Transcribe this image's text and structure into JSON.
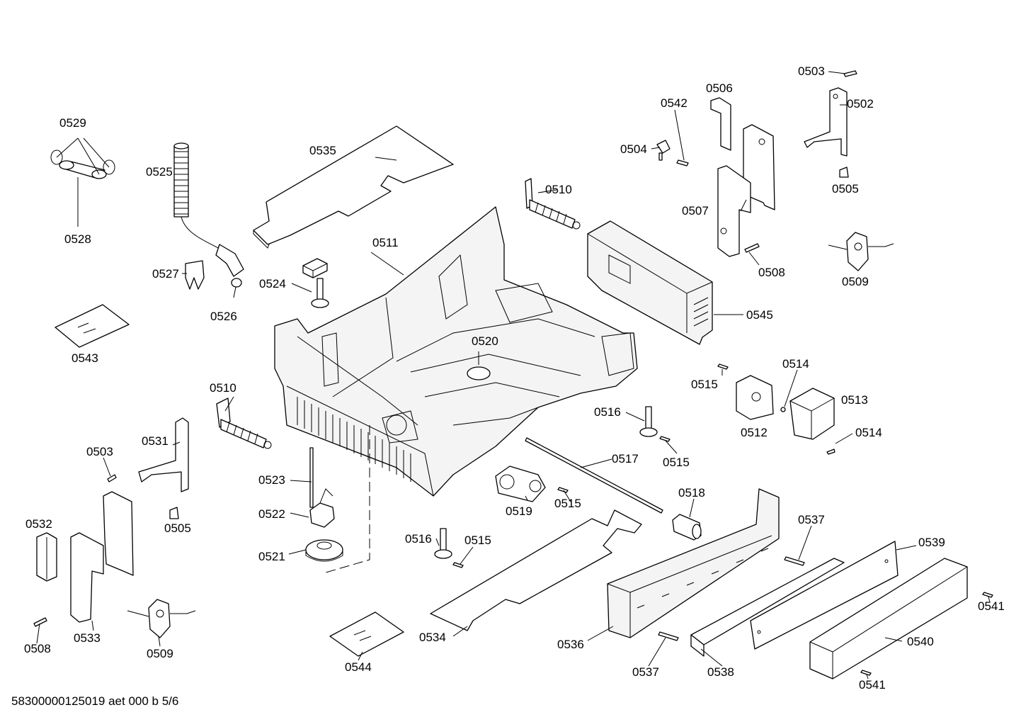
{
  "labels": {
    "p0503a": "0503",
    "p0502": "0502",
    "p0506": "0506",
    "p0542": "0542",
    "p0504": "0504",
    "p0505a": "0505",
    "p0507": "0507",
    "p0508a": "0508",
    "p0509a": "0509",
    "p0545": "0545",
    "p0529": "0529",
    "p0528": "0528",
    "p0525": "0525",
    "p0527": "0527",
    "p0526": "0526",
    "p0543": "0543",
    "p0535": "0535",
    "p0510a": "0510",
    "p0511": "0511",
    "p0524": "0524",
    "p0520": "0520",
    "p0510b": "0510",
    "p0515a": "0515",
    "p0514a": "0514",
    "p0513": "0513",
    "p0512": "0512",
    "p0516a": "0516",
    "p0515b": "0515",
    "p0514b": "0514",
    "p0517": "0517",
    "p0531": "0531",
    "p0503b": "0503",
    "p0523": "0523",
    "p0522": "0522",
    "p0505b": "0505",
    "p0532": "0532",
    "p0519": "0519",
    "p0515c": "0515",
    "p0518": "0518",
    "p0521": "0521",
    "p0516b": "0516",
    "p0515d": "0515",
    "p0537a": "0537",
    "p0539": "0539",
    "p0533": "0533",
    "p0508b": "0508",
    "p0509b": "0509",
    "p0534": "0534",
    "p0544": "0544",
    "p0536": "0536",
    "p0537b": "0537",
    "p0538": "0538",
    "p0540": "0540",
    "p0541a": "0541",
    "p0541b": "0541"
  },
  "footer": "58300000125019 aet 000 b 5/6"
}
